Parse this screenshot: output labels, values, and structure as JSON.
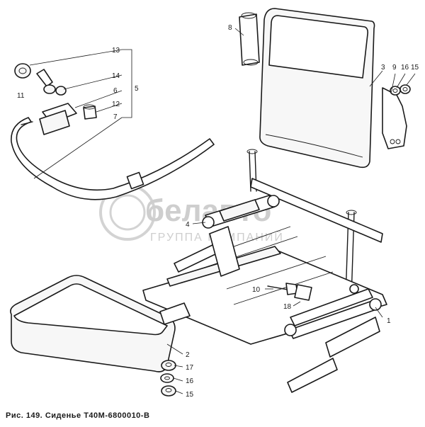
{
  "caption": {
    "label": "Рис. 149.",
    "title": "Сиденье Т40М-6800010-В"
  },
  "watermark": {
    "brand": "белавто",
    "subtitle": "ГРУППА КОМПАНИЙ",
    "color": "#c9c9c9"
  },
  "callouts": {
    "c1": "1",
    "c2": "2",
    "c3": "3",
    "c4": "4",
    "c5": "5",
    "c6": "6",
    "c7": "7",
    "c8": "8",
    "c9": "9",
    "c10": "10",
    "c11": "11",
    "c12": "12",
    "c13": "13",
    "c14": "14",
    "c15a": "15",
    "c15b": "15",
    "c16a": "16",
    "c16b": "16",
    "c17": "17",
    "c18": "18"
  },
  "colors": {
    "ink": "#1a1a1a",
    "paper": "#ffffff"
  }
}
